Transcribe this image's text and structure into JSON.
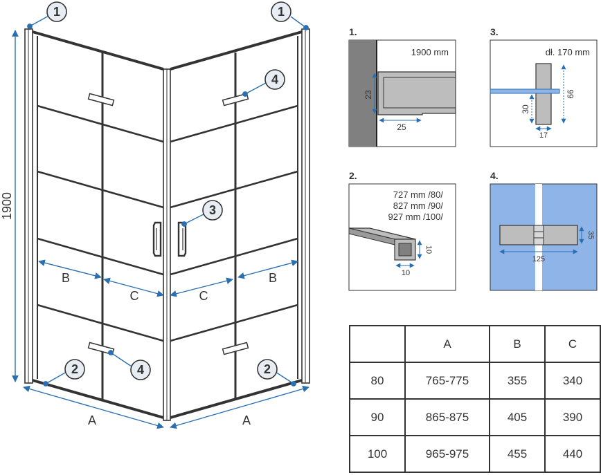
{
  "diagram": {
    "height_label": "1900",
    "callouts": [
      "1",
      "1",
      "4",
      "3",
      "4",
      "2",
      "2"
    ],
    "dim_labels": {
      "b_left": "B",
      "c_left": "C",
      "c_right": "C",
      "b_right": "B",
      "a_left": "A",
      "a_right": "A"
    }
  },
  "details": {
    "d1": {
      "num": "1.",
      "length": "1900 mm",
      "height": "23",
      "width": "25"
    },
    "d2": {
      "num": "2.",
      "line1": "727 mm /80/",
      "line2": "827 mm /90/",
      "line3": "927 mm /100/",
      "h": "10",
      "w": "10"
    },
    "d3": {
      "num": "3.",
      "length": "dł. 170 mm",
      "h_small": "30",
      "h_big": "66",
      "w": "17"
    },
    "d4": {
      "num": "4.",
      "h": "35",
      "w": "125"
    }
  },
  "table": {
    "header": [
      "",
      "A",
      "B",
      "C"
    ],
    "rows": [
      [
        "80",
        "765-775",
        "355",
        "340"
      ],
      [
        "90",
        "865-875",
        "405",
        "390"
      ],
      [
        "100",
        "965-975",
        "455",
        "440"
      ]
    ]
  },
  "colors": {
    "line": "#333333",
    "accent_blue": "#2a6fb0",
    "callout_fill": "#e8edf4",
    "tile_blue": "#8fb4e8",
    "gray_fill": "#bdbdbd",
    "dark_gray": "#808080"
  }
}
